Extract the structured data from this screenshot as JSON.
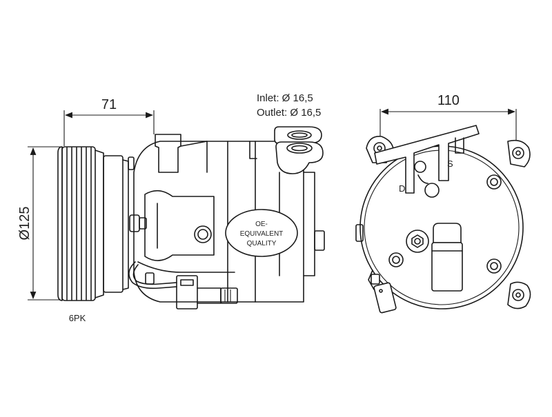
{
  "dimensions": {
    "width_side": "71",
    "diameter_pulley": "Ø125",
    "width_front": "110"
  },
  "ports": {
    "inlet": "Inlet: Ø 16,5",
    "outlet": "Outlet: Ø 16,5"
  },
  "badge": {
    "line1": "OE-",
    "line2": "EQUIVALENT",
    "line3": "QUALITY"
  },
  "pulley_label": "6PK",
  "face_marks": {
    "discharge": "D",
    "suction": "S"
  }
}
